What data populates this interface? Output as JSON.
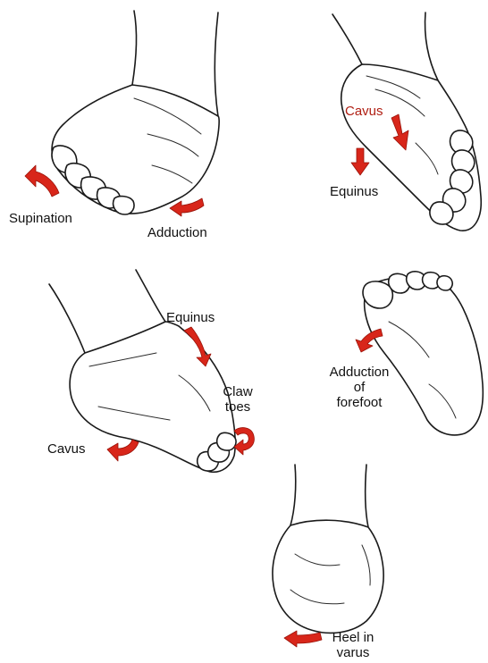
{
  "labels": {
    "supination": "Supination",
    "adduction": "Adduction",
    "cavus_top": "Cavus",
    "equinus_top": "Equinus",
    "equinus_mid": "Equinus",
    "claw_line1": "Claw",
    "claw_line2": "toes",
    "cavus_mid": "Cavus",
    "adduction_forefoot_line1": "Adduction",
    "adduction_forefoot_line2": "of",
    "adduction_forefoot_line3": "forefoot",
    "heel_line1": "Heel in",
    "heel_line2": "varus"
  },
  "colors": {
    "arrow": "#d8261a",
    "outline": "#1a1a1a",
    "label_on_foot": "#b01e12"
  }
}
